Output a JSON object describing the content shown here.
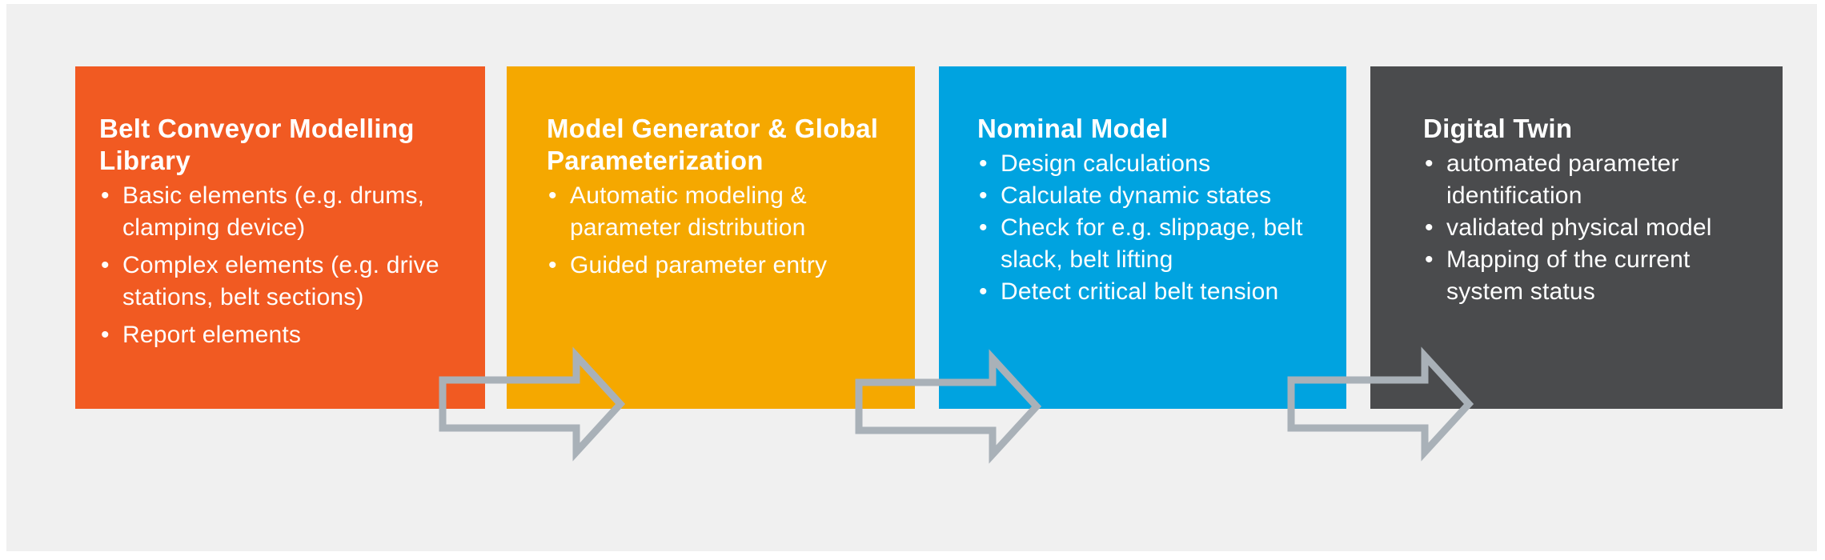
{
  "colors": {
    "background": "#f0f0f0",
    "library": "#f15a22",
    "generator": "#f5a800",
    "nominal": "#00a3e0",
    "twin": "#4a4b4d",
    "arrow": "#a9b1b8",
    "text": "#ffffff"
  },
  "boxes": [
    {
      "title": "Belt Conveyor Modelling Library",
      "items": [
        "Basic elements (e.g. drums, clamping device)",
        "Complex elements (e.g. drive stations, belt sections)",
        "Report elements"
      ]
    },
    {
      "title": "Model Generator & Global Parameterization",
      "items": [
        "Automatic modeling & parameter distribution",
        "Guided parameter entry"
      ]
    },
    {
      "title": "Nominal Model",
      "items": [
        "Design calculations",
        "Calculate dynamic states",
        "Check for e.g. slippage, belt slack, belt lifting",
        "Detect critical belt tension"
      ]
    },
    {
      "title": "Digital Twin",
      "items": [
        "automated parameter identification",
        "validated physical model",
        "Mapping of the current system status"
      ]
    }
  ],
  "bullet_symbol": "•",
  "arrow_icon": "hollow-right-arrow-icon"
}
